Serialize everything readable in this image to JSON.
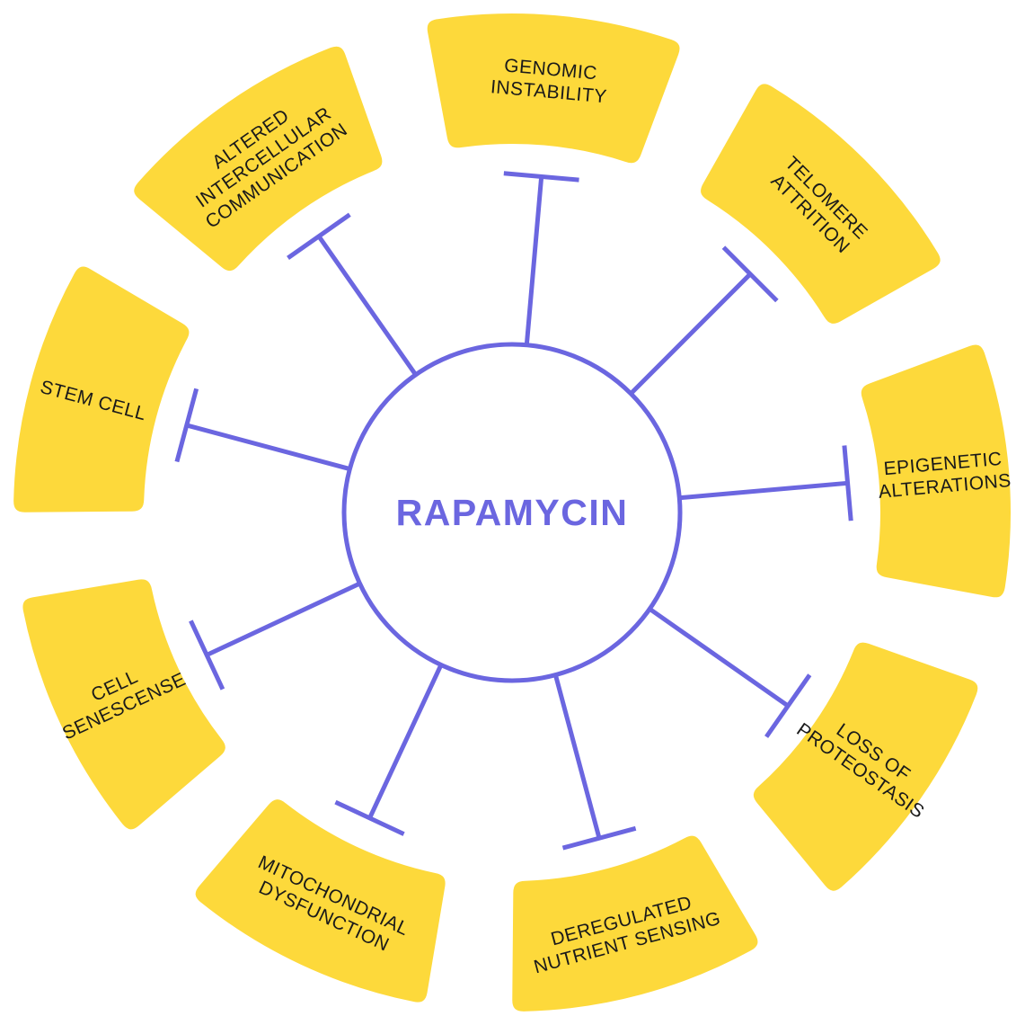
{
  "colors": {
    "segment_fill": "#FDD93B",
    "line_color": "#6B66E0",
    "text_color": "#1A1A1A"
  },
  "center": {
    "label": "RAPAMYCIN"
  },
  "hallmarks": [
    {
      "id": "genomic-instability",
      "lines": [
        "GENOMIC",
        "INSTABILITY"
      ]
    },
    {
      "id": "telomere-attrition",
      "lines": [
        "TELOMERE",
        "ATTRITION"
      ]
    },
    {
      "id": "epigenetic-alterations",
      "lines": [
        "EPIGENETIC",
        "ALTERATIONS"
      ]
    },
    {
      "id": "loss-of-proteostasis",
      "lines": [
        "LOSS OF",
        "PROTEOSTASIS"
      ]
    },
    {
      "id": "deregulated-nutrient-sensing",
      "lines": [
        "DEREGULATED",
        "NUTRIENT SENSING"
      ]
    },
    {
      "id": "mitochondrial-dysfunction",
      "lines": [
        "MITOCHONDRIAL",
        "DYSFUNCTION"
      ]
    },
    {
      "id": "cell-senescense",
      "lines": [
        "CELL",
        "SENESCENSE"
      ]
    },
    {
      "id": "stem-cell",
      "lines": [
        "STEM CELL"
      ]
    },
    {
      "id": "altered-intercellular-communication",
      "lines": [
        "ALTERED",
        "INTERCELLULAR",
        "COMMUNICATION"
      ]
    }
  ]
}
